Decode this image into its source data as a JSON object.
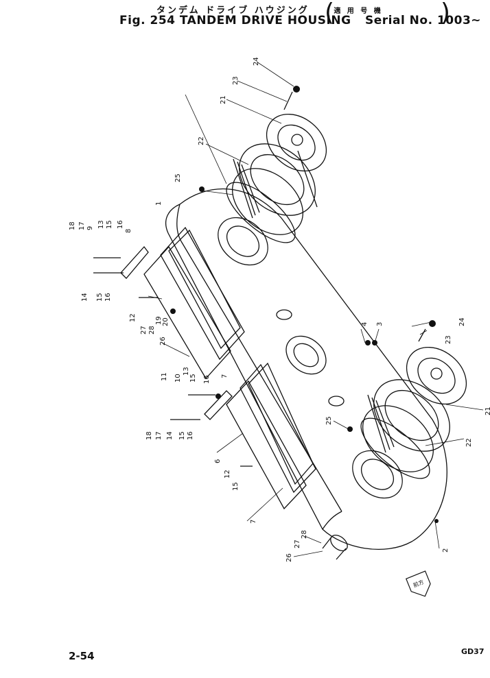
{
  "header": {
    "title_jp": "タンデム ドライブ ハウジング",
    "serial_jp": "適 用 号 機",
    "title_en": "Fig. 254 TANDEM DRIVE HOUSING",
    "serial_en": "Serial No. 1003~"
  },
  "footer": {
    "page_number": "2-54",
    "code": "GD37"
  },
  "arrow_label": "前方",
  "callouts": [
    {
      "id": "c1",
      "text": "1"
    },
    {
      "id": "c2",
      "text": "2"
    },
    {
      "id": "c3",
      "text": "3"
    },
    {
      "id": "c4",
      "text": "4"
    },
    {
      "id": "c6",
      "text": "6"
    },
    {
      "id": "c7a",
      "text": "7"
    },
    {
      "id": "c7b",
      "text": "7"
    },
    {
      "id": "c8",
      "text": "8"
    },
    {
      "id": "c9",
      "text": "9"
    },
    {
      "id": "c10",
      "text": "10"
    },
    {
      "id": "c11",
      "text": "11"
    },
    {
      "id": "c12a",
      "text": "12"
    },
    {
      "id": "c12b",
      "text": "12"
    },
    {
      "id": "c13a",
      "text": "13"
    },
    {
      "id": "c13b",
      "text": "13"
    },
    {
      "id": "c14a",
      "text": "14"
    },
    {
      "id": "c14b",
      "text": "14"
    },
    {
      "id": "c15a",
      "text": "15"
    },
    {
      "id": "c15b",
      "text": "15"
    },
    {
      "id": "c15c",
      "text": "15"
    },
    {
      "id": "c15d",
      "text": "15"
    },
    {
      "id": "c15e",
      "text": "15"
    },
    {
      "id": "c16a",
      "text": "16"
    },
    {
      "id": "c16b",
      "text": "16"
    },
    {
      "id": "c16c",
      "text": "16"
    },
    {
      "id": "c16d",
      "text": "16"
    },
    {
      "id": "c17a",
      "text": "17"
    },
    {
      "id": "c17b",
      "text": "17"
    },
    {
      "id": "c18a",
      "text": "18"
    },
    {
      "id": "c18b",
      "text": "18"
    },
    {
      "id": "c19",
      "text": "19"
    },
    {
      "id": "c20",
      "text": "20"
    },
    {
      "id": "c21a",
      "text": "21"
    },
    {
      "id": "c21b",
      "text": "21"
    },
    {
      "id": "c22a",
      "text": "22"
    },
    {
      "id": "c22b",
      "text": "22"
    },
    {
      "id": "c23a",
      "text": "23"
    },
    {
      "id": "c23b",
      "text": "23"
    },
    {
      "id": "c24a",
      "text": "24"
    },
    {
      "id": "c24b",
      "text": "24"
    },
    {
      "id": "c25a",
      "text": "25"
    },
    {
      "id": "c25b",
      "text": "25"
    },
    {
      "id": "c26a",
      "text": "26"
    },
    {
      "id": "c26b",
      "text": "26"
    },
    {
      "id": "c27a",
      "text": "27"
    },
    {
      "id": "c27b",
      "text": "27"
    },
    {
      "id": "c28a",
      "text": "28"
    },
    {
      "id": "c28b",
      "text": "28"
    }
  ]
}
